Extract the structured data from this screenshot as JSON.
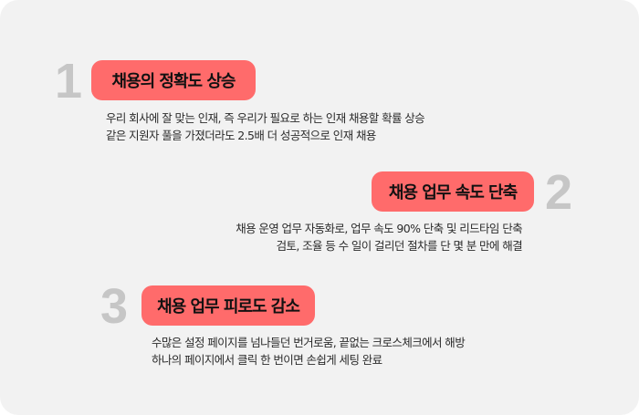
{
  "colors": {
    "background": "#f2f2f2",
    "badge": "#ff6b6b",
    "number": "#c6c6c6",
    "title_text": "#111111",
    "body_text": "#2b2b2b"
  },
  "features": [
    {
      "number": "1",
      "title": "채용의 정확도 상승",
      "lines": [
        "우리 회사에 잘 맞는 인재, 즉 우리가 필요로 하는 인재 채용할 확률 상승",
        "같은 지원자 풀을 가졌더라도 2.5배 더 성공적으로 인재 채용"
      ]
    },
    {
      "number": "2",
      "title": "채용 업무 속도 단축",
      "lines": [
        "채용 운영 업무 자동화로, 업무 속도 90% 단축 및 리드타임 단축",
        "검토, 조율 등 수 일이 걸리던 절차를 단 몇 분 만에 해결"
      ]
    },
    {
      "number": "3",
      "title": "채용 업무 피로도 감소",
      "lines": [
        "수많은 설정 페이지를 넘나들던 번거로움, 끝없는 크로스체크에서 해방",
        "하나의 페이지에서 클릭 한 번이면 손쉽게 세팅 완료"
      ]
    }
  ]
}
